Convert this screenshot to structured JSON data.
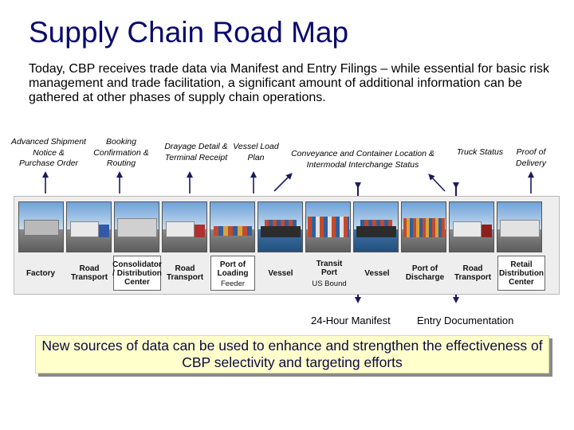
{
  "title": "Supply Chain Road Map",
  "intro": "Today, CBP receives trade data via Manifest and Entry Filings – while essential for basic risk management and trade facilitation, a significant amount of additional information can be gathered at other phases of supply chain operations.",
  "top_labels": [
    "Advanced Shipment\nNotice &\nPurchase Order",
    "Booking\nConfirmation &\nRouting",
    "Drayage Detail &\nTerminal Receipt",
    "Vessel Load\nPlan",
    "Conveyance and Container Location &\nIntermodal Interchange Status",
    "Truck Status",
    "Proof of\nDelivery"
  ],
  "stages": [
    "Factory",
    "Road\nTransport",
    "Consolidator\n/ Distribution\nCenter",
    "Road\nTransport",
    "Port of\nLoading",
    "Vessel",
    "Transit\nPort",
    "Vessel",
    "Port of\nDischarge",
    "Road\nTransport",
    "Retail\nDistribution\nCenter"
  ],
  "sub_labels": {
    "feeder": "Feeder",
    "us_bound": "US Bound"
  },
  "bottom_labels": {
    "manifest": "24-Hour Manifest",
    "entry": "Entry Documentation"
  },
  "callout": "New sources of data can be used to enhance and strengthen the effectiveness of CBP selectivity and targeting efforts",
  "colors": {
    "title": "#0a0a6e",
    "arrow": "#1a1a5e",
    "callout_bg": "#ffffcc"
  }
}
